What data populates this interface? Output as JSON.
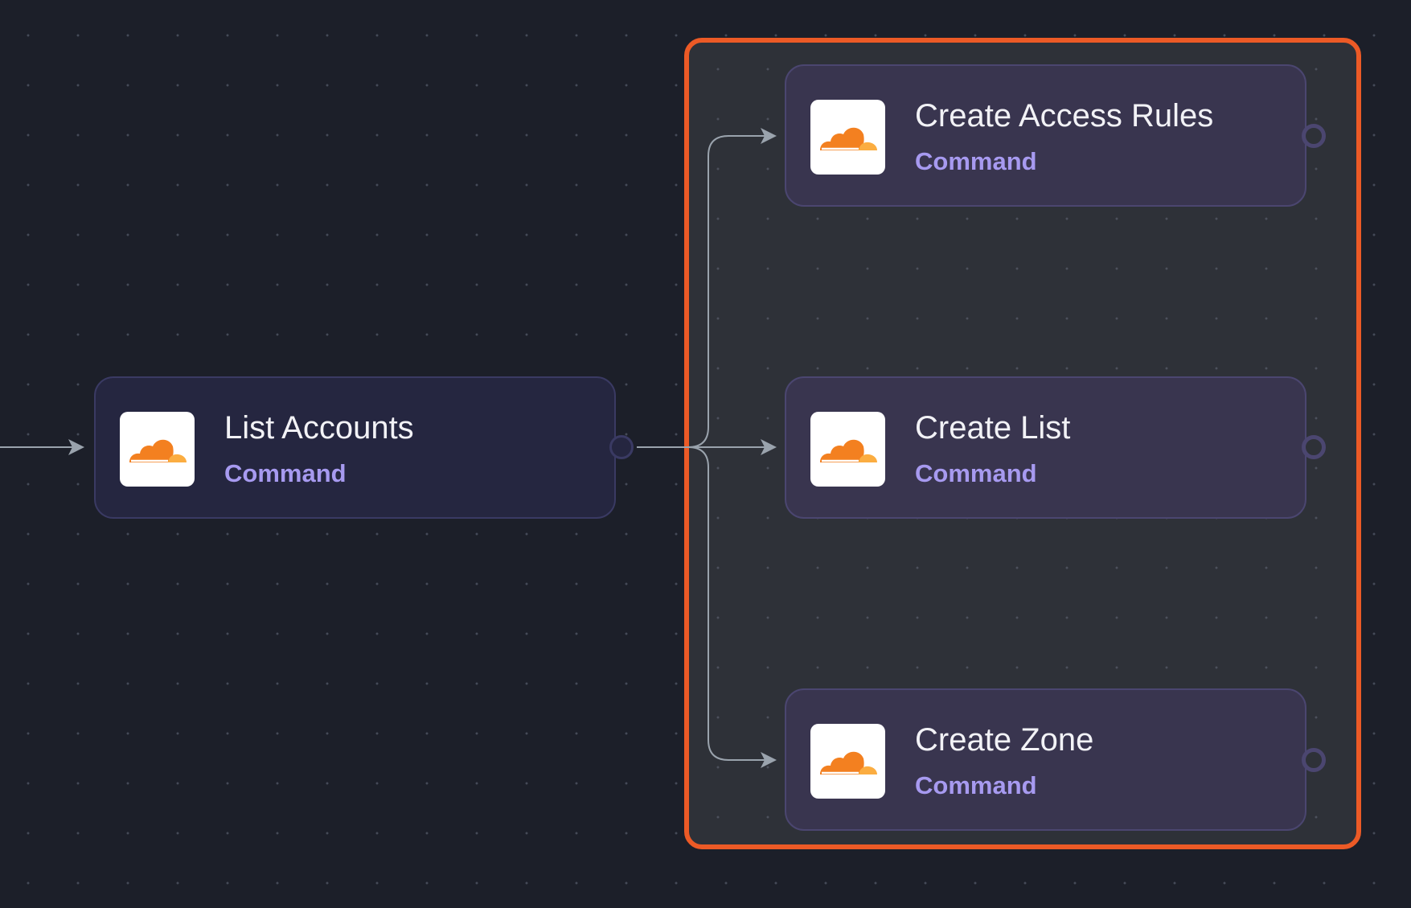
{
  "nodes": {
    "list_accounts": {
      "title": "List Accounts",
      "subtitle": "Command",
      "icon": "cloudflare-icon"
    },
    "create_access_rules": {
      "title": "Create Access Rules",
      "subtitle": "Command",
      "icon": "cloudflare-icon"
    },
    "create_list": {
      "title": "Create List",
      "subtitle": "Command",
      "icon": "cloudflare-icon"
    },
    "create_zone": {
      "title": "Create Zone",
      "subtitle": "Command",
      "icon": "cloudflare-icon"
    }
  },
  "colors": {
    "canvas_background": "#1c1f29",
    "group_border": "#ec5a26",
    "group_background": "#2e3138",
    "node_main_background": "#252640",
    "node_child_background": "#39354f",
    "title_text": "#f2f2f6",
    "subtitle_text": "#a79af0",
    "edge": "#9aa3ad",
    "cloud_dark": "#f38020",
    "cloud_light": "#fbad41"
  }
}
